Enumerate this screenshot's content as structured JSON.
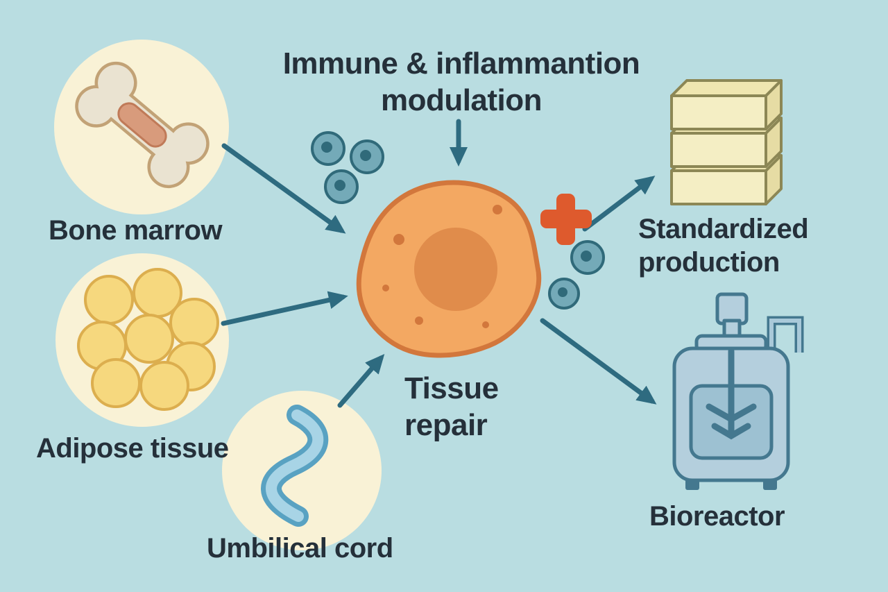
{
  "diagram": {
    "immune_title": {
      "line1": "Immune & inflammantion",
      "line2": "modulation"
    },
    "sources": [
      {
        "id": "bone-marrow",
        "label": "Bone marrow"
      },
      {
        "id": "adipose-tissue",
        "label": "Adipose tissue"
      },
      {
        "id": "umbilical-cord",
        "label": "Umbilical cord"
      }
    ],
    "tissue_repair": {
      "line1": "Tissue",
      "line2": "repair"
    },
    "outputs": {
      "standardized_production": {
        "line1": "Standardized",
        "line2": "production"
      },
      "bioreactor": {
        "label": "Bioreactor"
      }
    },
    "icons": {
      "bone": "bone-icon",
      "adipose": "adipose-cells-icon",
      "umbilical": "umbilical-cord-icon",
      "stem_cell": "stem-cell-icon",
      "small_cells": "small-cells-icon",
      "plus": "plus-icon",
      "boxes": "stacked-boxes-icon",
      "bioreactor": "bioreactor-icon"
    },
    "colors": {
      "background": "#b9dde1",
      "node_circle": "#f9f2d6",
      "cell_body": "#f3a862",
      "cell_outline": "#d2773c",
      "nucleus": "#e08c4b",
      "teal_cell": "#74aab8",
      "teal_cell_outline": "#306a7a",
      "arrow": "#2e6b80",
      "plus": "#de5a2d",
      "text": "#25303a",
      "boxes_fill": "#f4eec4",
      "boxes_outline": "#8c8755",
      "bioreactor_fill": "#b4cfdd",
      "bioreactor_outline": "#44788f",
      "bone_fill": "#eae3d1",
      "bone_outline": "#c2a276",
      "marrow_patch": "#d89b7c",
      "adipose_fill": "#f6d87e",
      "adipose_outline": "#dcae4e",
      "cord_dark": "#59a2c2",
      "cord_light": "#a8d4e6"
    }
  }
}
